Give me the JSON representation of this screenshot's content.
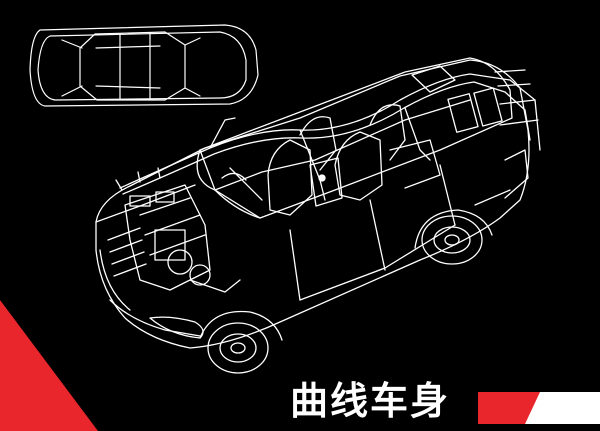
{
  "poster": {
    "title": "曲线车身"
  },
  "colors": {
    "background": "#000000",
    "line": "#ffffff",
    "accent": "#e8262b"
  },
  "artwork": {
    "top_view": "car-top-view-outline",
    "main_view": "car-cutaway-wireframe"
  }
}
